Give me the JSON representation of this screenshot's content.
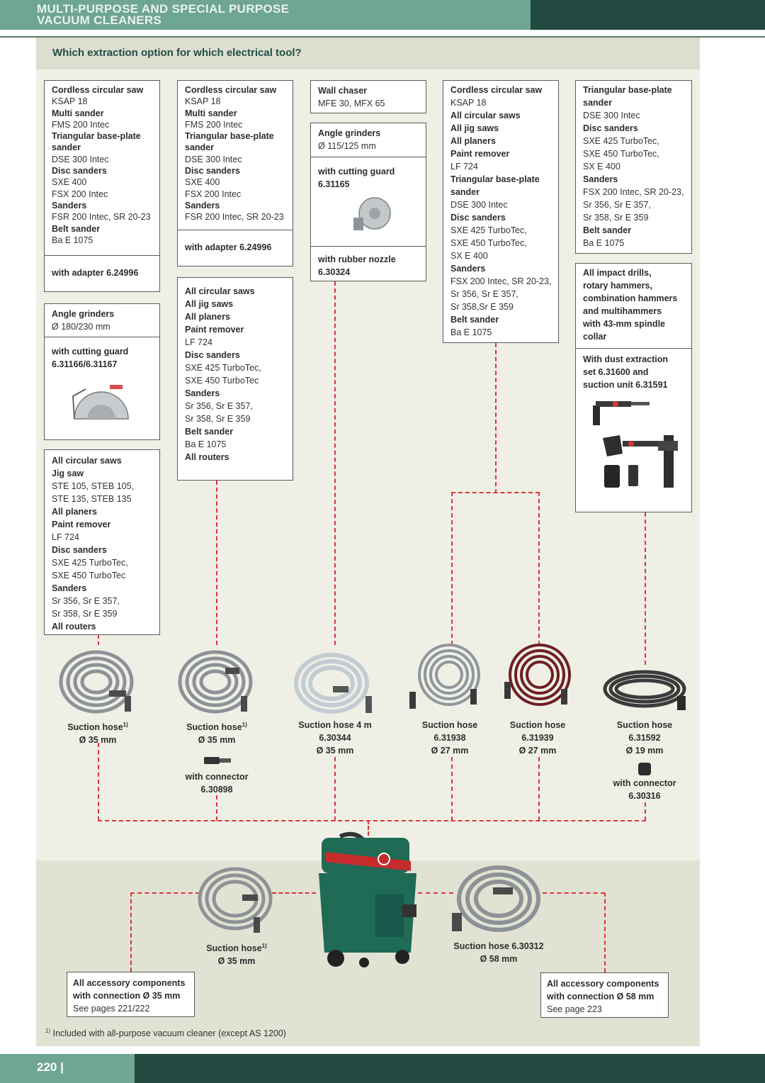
{
  "header": {
    "title_line1": "MULTI-PURPOSE AND SPECIAL PURPOSE",
    "title_line2": "VACUUM CLEANERS"
  },
  "panel": {
    "title": "Which extraction option for which electrical tool?"
  },
  "col1": {
    "box1": [
      "Cordless circular saw",
      "KSAP 18",
      "Multi sander",
      "FMS 200 Intec",
      "Triangular base-plate",
      "sander",
      "DSE 300 Intec",
      "Disc sanders",
      "SXE 400",
      "FSX 200 Intec",
      "Sanders",
      "FSR 200 Intec, SR 20-23",
      "Belt sander",
      "Ba E 1075"
    ],
    "box1_adapter": "with adapter 6.24996",
    "box2": [
      "Angle grinders",
      "Ø 180/230 mm"
    ],
    "box2_guard": [
      "with cutting guard",
      "6.31166/6.31167"
    ],
    "box3": [
      "All circular saws",
      "Jig saw",
      "STE 105, STEB 105,",
      "STE 135, STEB 135",
      "All planers",
      "Paint remover",
      "LF 724",
      "Disc sanders",
      "SXE 425 TurboTec,",
      "SXE 450 TurboTec",
      "Sanders",
      "Sr 356, Sr E 357,",
      "Sr 358, Sr E 359",
      "All routers"
    ]
  },
  "col2": {
    "box1": [
      "Cordless circular saw",
      "KSAP 18",
      "Multi sander",
      "FMS 200 Intec",
      "Triangular base-plate",
      "sander",
      "DSE 300 Intec",
      "Disc sanders",
      "SXE 400",
      "FSX 200 Intec",
      "Sanders",
      "FSR 200 Intec, SR 20-23"
    ],
    "box1_adapter": "with adapter 6.24996",
    "box2": [
      "All circular saws",
      "All jig saws",
      "All planers",
      "Paint remover",
      "LF 724",
      "Disc sanders",
      "SXE 425 TurboTec,",
      "SXE 450 TurboTec",
      "Sanders",
      "Sr 356, Sr E 357,",
      "Sr 358, Sr E 359",
      "Belt sander",
      "Ba E 1075",
      "All routers"
    ]
  },
  "col3": {
    "box1": [
      "Wall chaser",
      "MFE 30, MFX 65"
    ],
    "box2": [
      "Angle grinders",
      "Ø 115/125 mm"
    ],
    "box2_guard": [
      "with cutting guard",
      "6.31165"
    ],
    "box2_nozzle": [
      "with rubber nozzle",
      "6.30324"
    ]
  },
  "col4": {
    "box1": [
      "Cordless circular saw",
      "KSAP 18",
      "All circular saws",
      "All jig saws",
      "All planers",
      "Paint remover",
      "LF 724",
      "Triangular base-plate",
      "sander",
      "DSE 300 Intec",
      "Disc sanders",
      "SXE 425 TurboTec,",
      "SXE 450 TurboTec,",
      "SX E 400",
      "Sanders",
      "FSX 200 Intec, SR 20-23,",
      "Sr 356, Sr E 357,",
      "Sr 358,Sr E 359",
      "Belt sander",
      "Ba E 1075"
    ]
  },
  "col5": {
    "box1": [
      "Triangular base-plate",
      "sander",
      "DSE 300 Intec",
      "Disc sanders",
      "SXE 425 TurboTec,",
      "SXE 450 TurboTec,",
      "SX E 400",
      "Sanders",
      "FSX 200 Intec, SR 20-23,",
      "Sr 356, Sr E 357,",
      "Sr 358, Sr E 359",
      "Belt sander",
      "Ba E 1075"
    ],
    "box2": [
      "All impact drills,",
      "rotary hammers,",
      "combination hammers",
      "and multihammers",
      "with 43-mm spindle",
      "collar"
    ],
    "box2_dust": [
      "With dust extraction",
      "set 6.31600 and",
      "suction unit 6.31591"
    ]
  },
  "hoses": [
    {
      "name": "Suction hose",
      "sup": "1)",
      "line2": "Ø 35 mm",
      "line3": "",
      "color": "#8c9296"
    },
    {
      "name": "Suction hose",
      "sup": "1)",
      "line2": "Ø  35 mm",
      "line3": "",
      "color": "#8c9296",
      "connector": [
        "with connector",
        "6.30898"
      ]
    },
    {
      "name": "Suction hose 4 m",
      "sup": "",
      "line2": "6.30344",
      "line3": "Ø 35 mm",
      "color": "#c3ccd2"
    },
    {
      "name": "Suction hose",
      "sup": "",
      "line2": "6.31938",
      "line3": "Ø 27 mm",
      "color": "#8f979b"
    },
    {
      "name": "Suction hose",
      "sup": "",
      "line2": "6.31939",
      "line3": "Ø 27 mm",
      "color": "#6e1f22"
    },
    {
      "name": "Suction hose",
      "sup": "",
      "line2": "6.31592",
      "line3": "Ø 19 mm",
      "color": "#3a3a3a",
      "connector": [
        "with connector",
        "6.30316"
      ]
    }
  ],
  "bottom": {
    "hose_left": {
      "name": "Suction hose",
      "sup": "1)",
      "line2": "Ø 35 mm"
    },
    "hose_right": {
      "name": "Suction hose 6.30312",
      "line2": "Ø 58 mm"
    },
    "acc_left": [
      "All accessory components",
      "with connection Ø 35 mm",
      "See pages 221/222"
    ],
    "acc_right": [
      "All accessory components",
      "with connection Ø 58 mm",
      "See page 223"
    ]
  },
  "footnote": {
    "sup": "1)",
    "text": "Included with all-purpose vacuum cleaner (except AS 1200)"
  },
  "page_number": "220 |",
  "colors": {
    "accent": "#6fa593",
    "dark": "#234a41",
    "connector": "#e0343a",
    "panel": "#efefe6"
  }
}
